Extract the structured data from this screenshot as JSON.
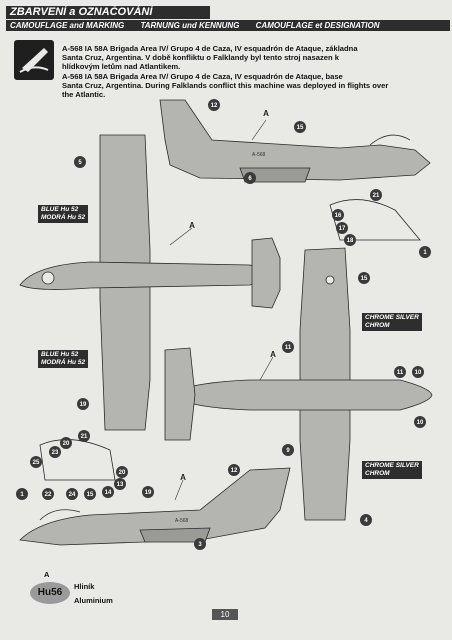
{
  "header": {
    "title": "ZBARVENÍ a OZNAČOVÁNÍ",
    "subtitles": [
      "CAMOUFLAGE and MARKING",
      "TARNUNG und KENNUNG",
      "CAMOUFLAGE et DESIGNATION"
    ]
  },
  "description": {
    "line1": "A-568 IA 58A Brigada Area IV/ Grupo 4 de Caza, IV esquadrón de Ataque, základna",
    "line2": "Santa Cruz, Argentina. V době konfliktu o Falklandy byl tento stroj nasazen k",
    "line3": "hlídkovým letům nad Atlantikem.",
    "line4": "A-568 IA 58A Brigada Area IV/ Grupo 4 de Caza, IV esquadrón de Ataque, base",
    "line5": "Santa Cruz, Argentina. During Falklands conflict this machine was deployed in flights over",
    "line6": "the Atlantic."
  },
  "color_labels": {
    "blue_top_1": "BLUE Hu 52",
    "blue_top_2": "MODRÁ Hu 52",
    "blue_bottom_1": "BLUE Hu 52",
    "blue_bottom_2": "MODRÁ Hu 52",
    "chrome_top_1": "CHROME SILVER",
    "chrome_top_2": "CHROM",
    "chrome_bottom_1": "CHROME SILVER",
    "chrome_bottom_2": "CHROM"
  },
  "callouts": {
    "n12a": "12",
    "n15": "15",
    "n6": "6",
    "n5": "5",
    "n21": "21",
    "n16": "16",
    "n17": "17",
    "n18": "18",
    "n1a": "1",
    "n11a": "11",
    "n11b": "11",
    "n9": "9",
    "n10a": "10",
    "n10b": "10",
    "n19a": "19",
    "n4": "4",
    "n21b": "21",
    "n20": "20",
    "n20b": "20",
    "n25": "25",
    "n23": "23",
    "n13": "13",
    "n14": "14",
    "n1b": "1",
    "n22": "22",
    "n24": "24",
    "n15b": "15",
    "n12b": "12",
    "n19b": "19",
    "n3": "3",
    "refA": "A"
  },
  "legend": {
    "chip": "Hu56",
    "marker": "A",
    "cs": "Hliník",
    "en": "Aluminium"
  },
  "page_number": "10",
  "colors": {
    "aircraft": "#b4b4b0",
    "outline": "#2a2a2a",
    "callout": "#3a3a3a",
    "dark": "#2d2d2d"
  }
}
